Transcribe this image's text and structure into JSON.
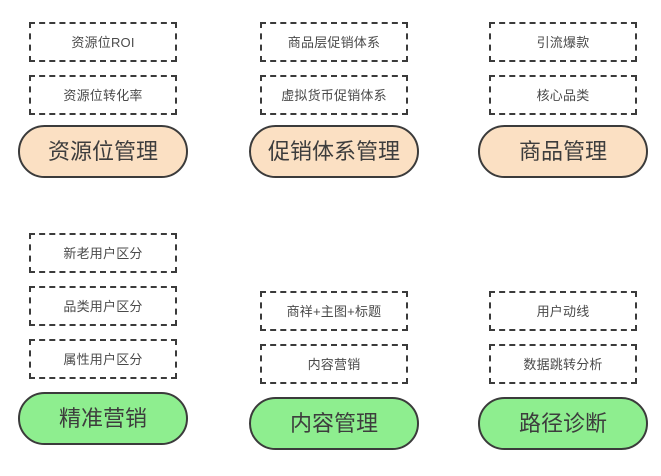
{
  "diagram": {
    "type": "grouped-capability-map",
    "colors": {
      "category_orange": "#fbe0c3",
      "category_green": "#8eee8f",
      "outline": "#3b3b3b",
      "item_text": "#4a4a4a",
      "category_text": "#3d3d3d",
      "background": "#ffffff"
    },
    "rows": [
      {
        "row_name": "top-row",
        "groups": [
          {
            "category": "资源位管理",
            "category_style": "orange",
            "items": [
              "资源位ROI",
              "资源位转化率"
            ]
          },
          {
            "category": "促销体系管理",
            "category_style": "orange",
            "items": [
              "商品层促销体系",
              "虚拟货币促销体系"
            ]
          },
          {
            "category": "商品管理",
            "category_style": "orange",
            "items": [
              "引流爆款",
              "核心品类"
            ]
          }
        ]
      },
      {
        "row_name": "bottom-row",
        "groups": [
          {
            "category": "精准营销",
            "category_style": "green",
            "items": [
              "新老用户区分",
              "品类用户区分",
              "属性用户区分"
            ]
          },
          {
            "category": "内容管理",
            "category_style": "green",
            "items": [
              "商祥+主图+标题",
              "内容营销"
            ]
          },
          {
            "category": "路径诊断",
            "category_style": "green",
            "items": [
              "用户动线",
              "数据跳转分析"
            ]
          }
        ]
      }
    ]
  }
}
